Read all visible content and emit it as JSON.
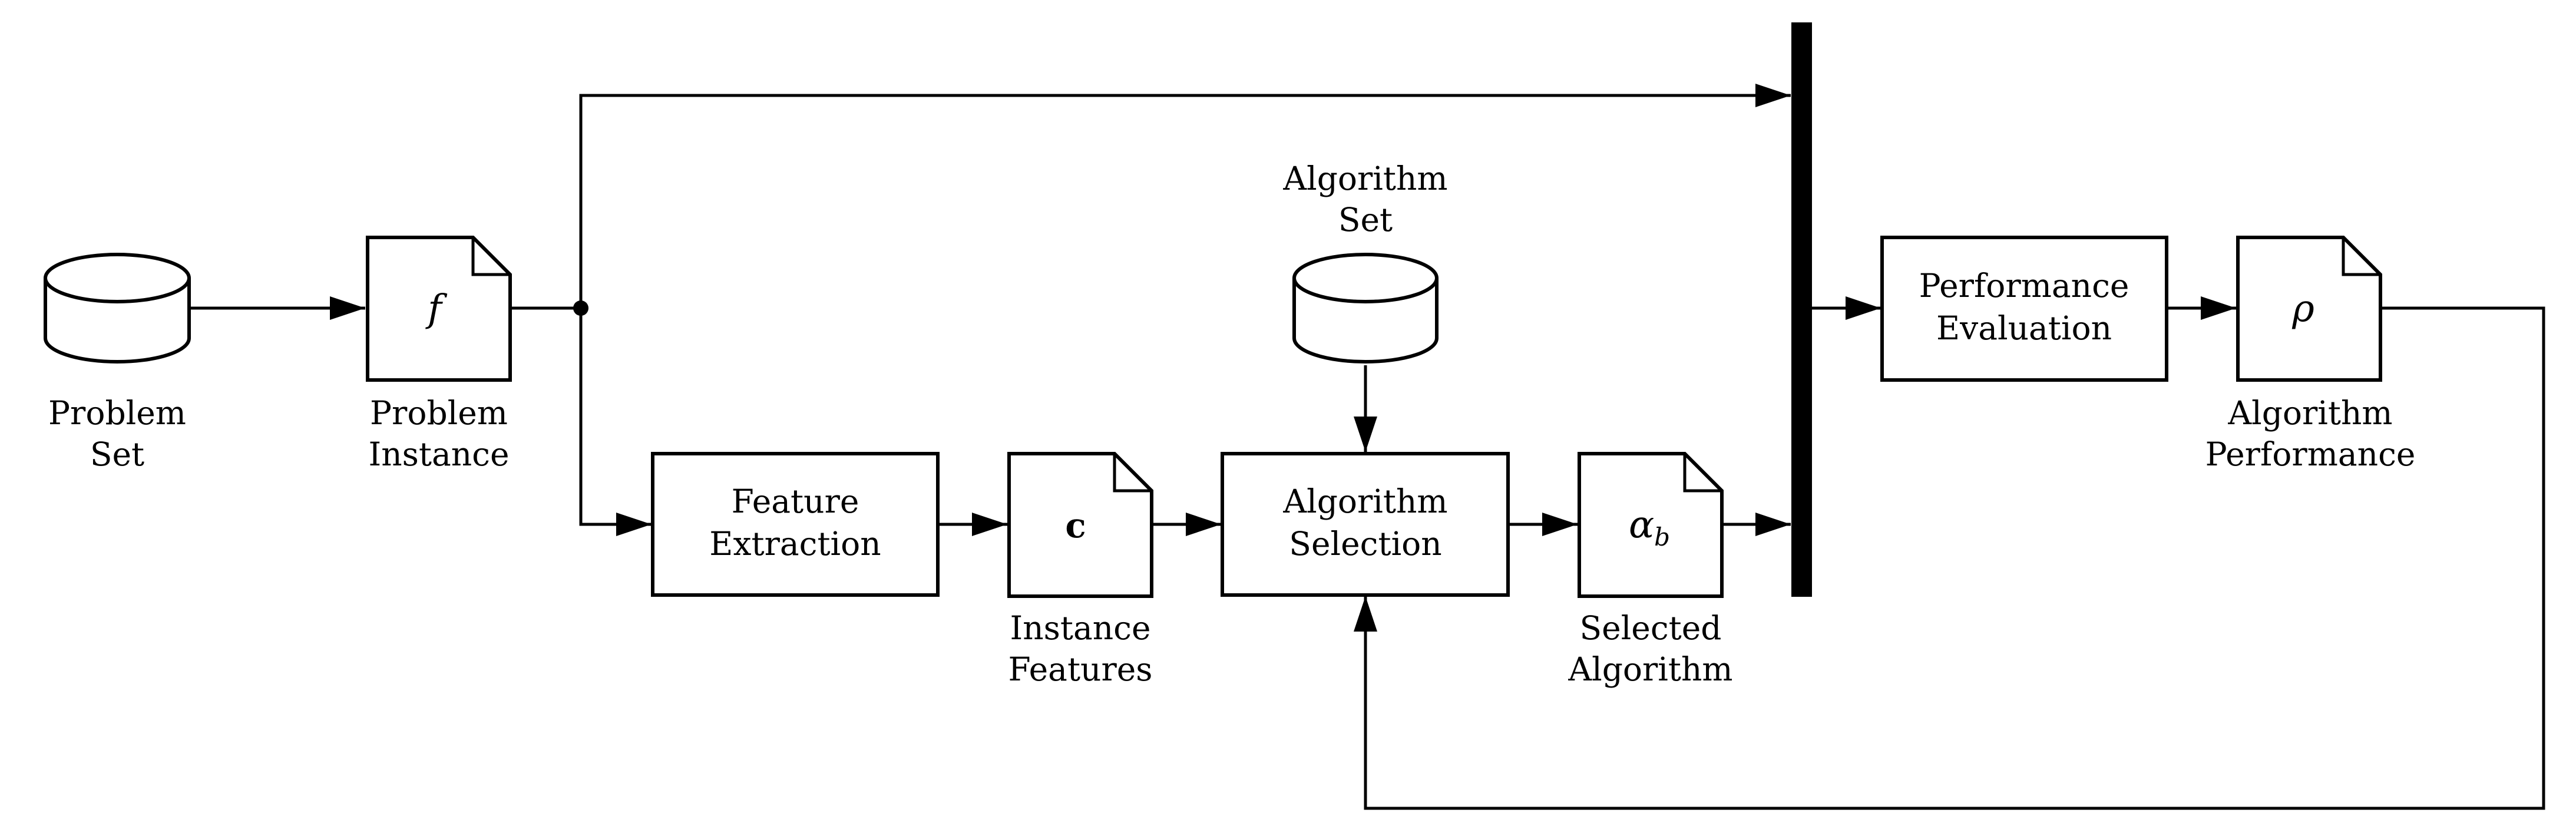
{
  "nodes": {
    "problem_set": {
      "label_line1": "Problem",
      "label_line2": "Set"
    },
    "problem_instance": {
      "symbol": "f",
      "label_line1": "Problem",
      "label_line2": "Instance"
    },
    "feature_extraction": {
      "line1": "Feature",
      "line2": "Extraction"
    },
    "instance_features": {
      "symbol": "c",
      "label_line1": "Instance",
      "label_line2": "Features"
    },
    "algorithm_set": {
      "label_line1": "Algorithm",
      "label_line2": "Set"
    },
    "algorithm_selection": {
      "line1": "Algorithm",
      "line2": "Selection"
    },
    "selected_algorithm": {
      "symbol": "α",
      "subscript": "b",
      "label_line1": "Selected",
      "label_line2": "Algorithm"
    },
    "performance_evaluation": {
      "line1": "Performance",
      "line2": "Evaluation"
    },
    "algorithm_performance": {
      "symbol": "ρ",
      "label_line1": "Algorithm",
      "label_line2": "Performance"
    }
  }
}
